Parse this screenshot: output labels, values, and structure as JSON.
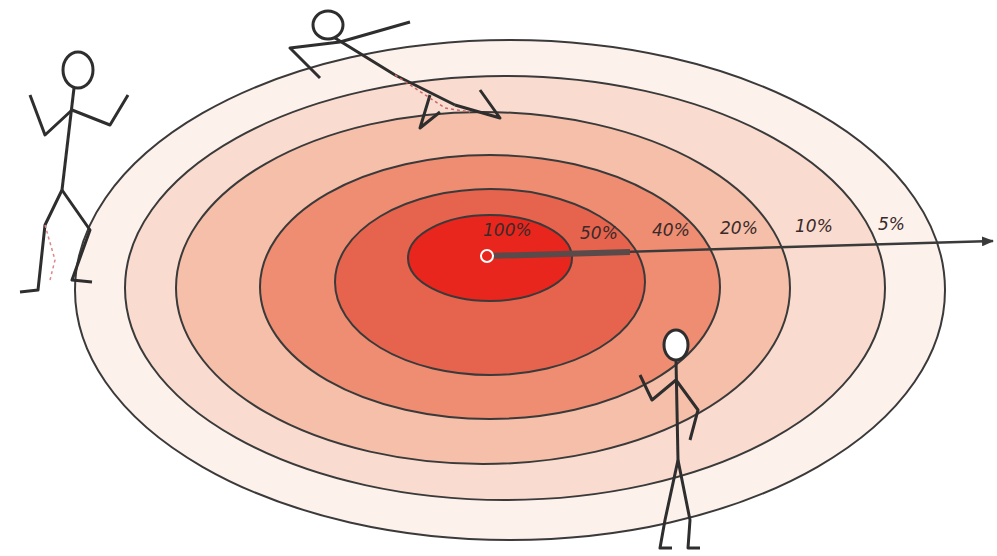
{
  "diagram": {
    "labels": [
      "100%",
      "50%",
      "40%",
      "20%",
      "10%",
      "5%"
    ]
  }
}
